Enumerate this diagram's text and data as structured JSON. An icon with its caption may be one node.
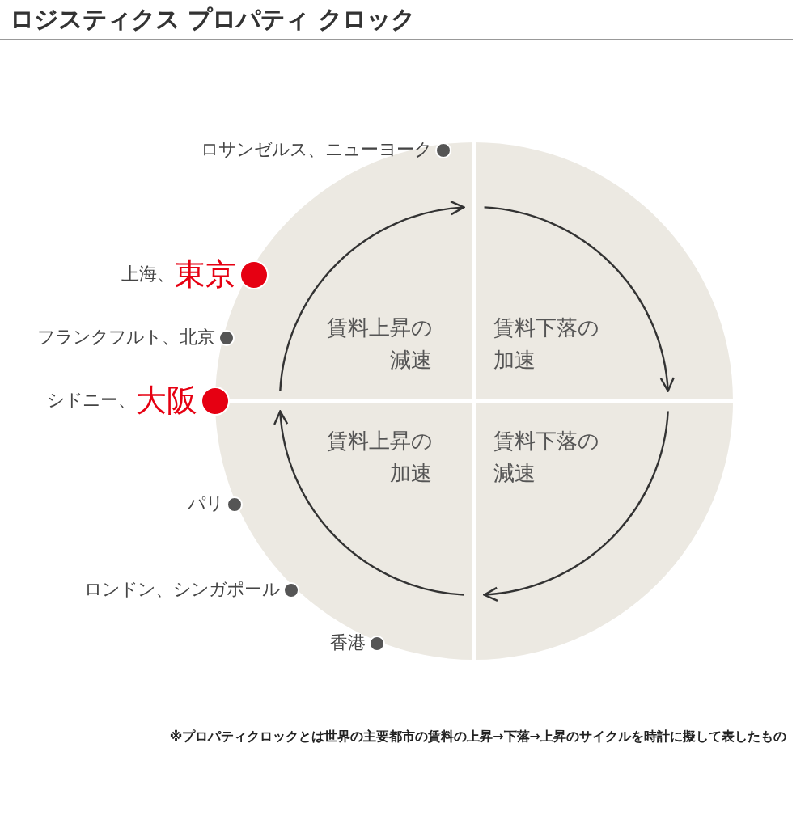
{
  "diagram": {
    "title": "ロジスティクス プロパティ クロック",
    "nodes": [
      {
        "text": [],
        "shape": "circle"
      },
      {
        "text": [
          "賃料上昇の減速"
        ],
        "in": 0
      },
      {
        "text": [
          "賃料下落の加速"
        ],
        "in": 0
      },
      {
        "text": [
          "賃料上昇の加速"
        ],
        "in": 0
      },
      {
        "text": [
          "賃料下落の減速"
        ],
        "in": 0
      }
    ],
    "labels": [
      "ロサンゼルス、ニューヨーク",
      "上海、",
      "東京",
      "フランクフルト、北京",
      "シドニー、",
      "大阪",
      "パリ",
      "ロンドン、シンガポール",
      "香港",
      "※プロパティクロックとは世界の主要都市の賃料の上昇→下落→上昇のサイクルを時計に擬して表したもの"
    ]
  }
}
